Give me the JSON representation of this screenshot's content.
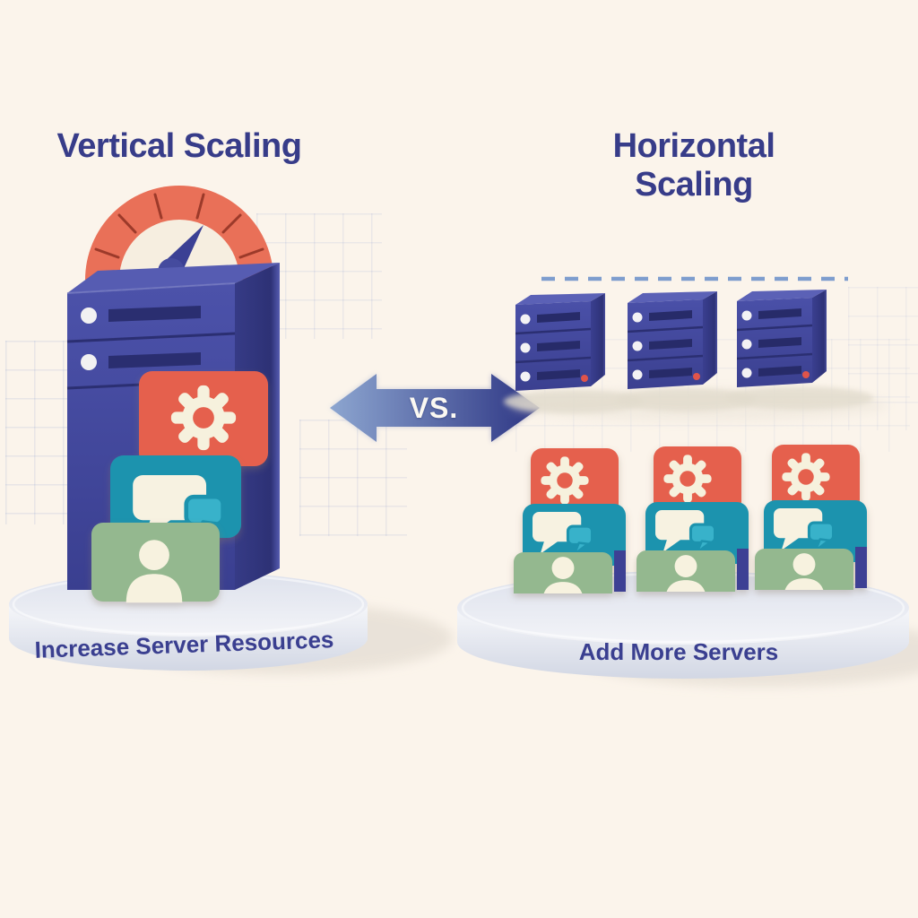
{
  "diagram": {
    "type": "comparison-infographic",
    "title_left": "Vertical Scaling",
    "title_right": "Horizontal Scaling",
    "vs_label": "VS.",
    "caption_left": "Increase Server Resources",
    "caption_right": "Add More Servers",
    "left_panel": {
      "components": [
        "speedometer-gauge",
        "server-tower",
        "gear-card",
        "chat-card",
        "user-card",
        "podium-platform"
      ]
    },
    "right_panel": {
      "server_count": 3,
      "icon_stack_count": 3,
      "components": [
        "dashed-capacity-line",
        "server-box-row",
        "icon-stacks",
        "podium-platform"
      ]
    },
    "icons": {
      "gauge": "speedometer-icon",
      "gear": "gear-icon",
      "chat": "chat-bubbles-icon",
      "user": "person-icon"
    },
    "colors": {
      "background": "#fbf4eb",
      "indigo_server": "#424899",
      "coral_accent": "#e5614e",
      "teal_accent": "#1d93ae",
      "green_accent": "#94b88f",
      "cream_icon": "#f6f1dd",
      "title_text": "#373c89",
      "arrow_gradient_start": "#8da6d0",
      "arrow_gradient_end": "#2c3483",
      "platform_gray": "#dfe3ed",
      "dashed_line": "#7e9dce"
    }
  }
}
